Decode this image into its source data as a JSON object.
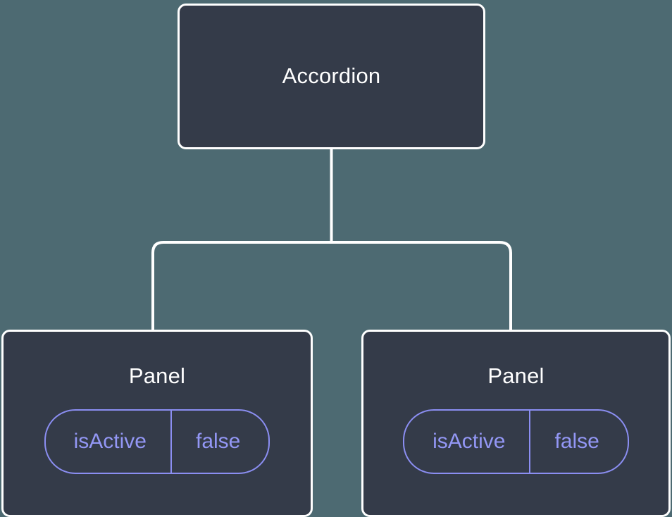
{
  "diagram": {
    "type": "component-tree",
    "background_color": "#4d6a72",
    "node_fill_color": "#343b49",
    "node_border_color": "#ffffff",
    "connector_color": "#ffffff",
    "prop_accent_color": "#9397f5",
    "root": {
      "label": "Accordion"
    },
    "children": [
      {
        "label": "Panel",
        "props": [
          {
            "key": "isActive",
            "value": "false"
          }
        ]
      },
      {
        "label": "Panel",
        "props": [
          {
            "key": "isActive",
            "value": "false"
          }
        ]
      }
    ]
  }
}
